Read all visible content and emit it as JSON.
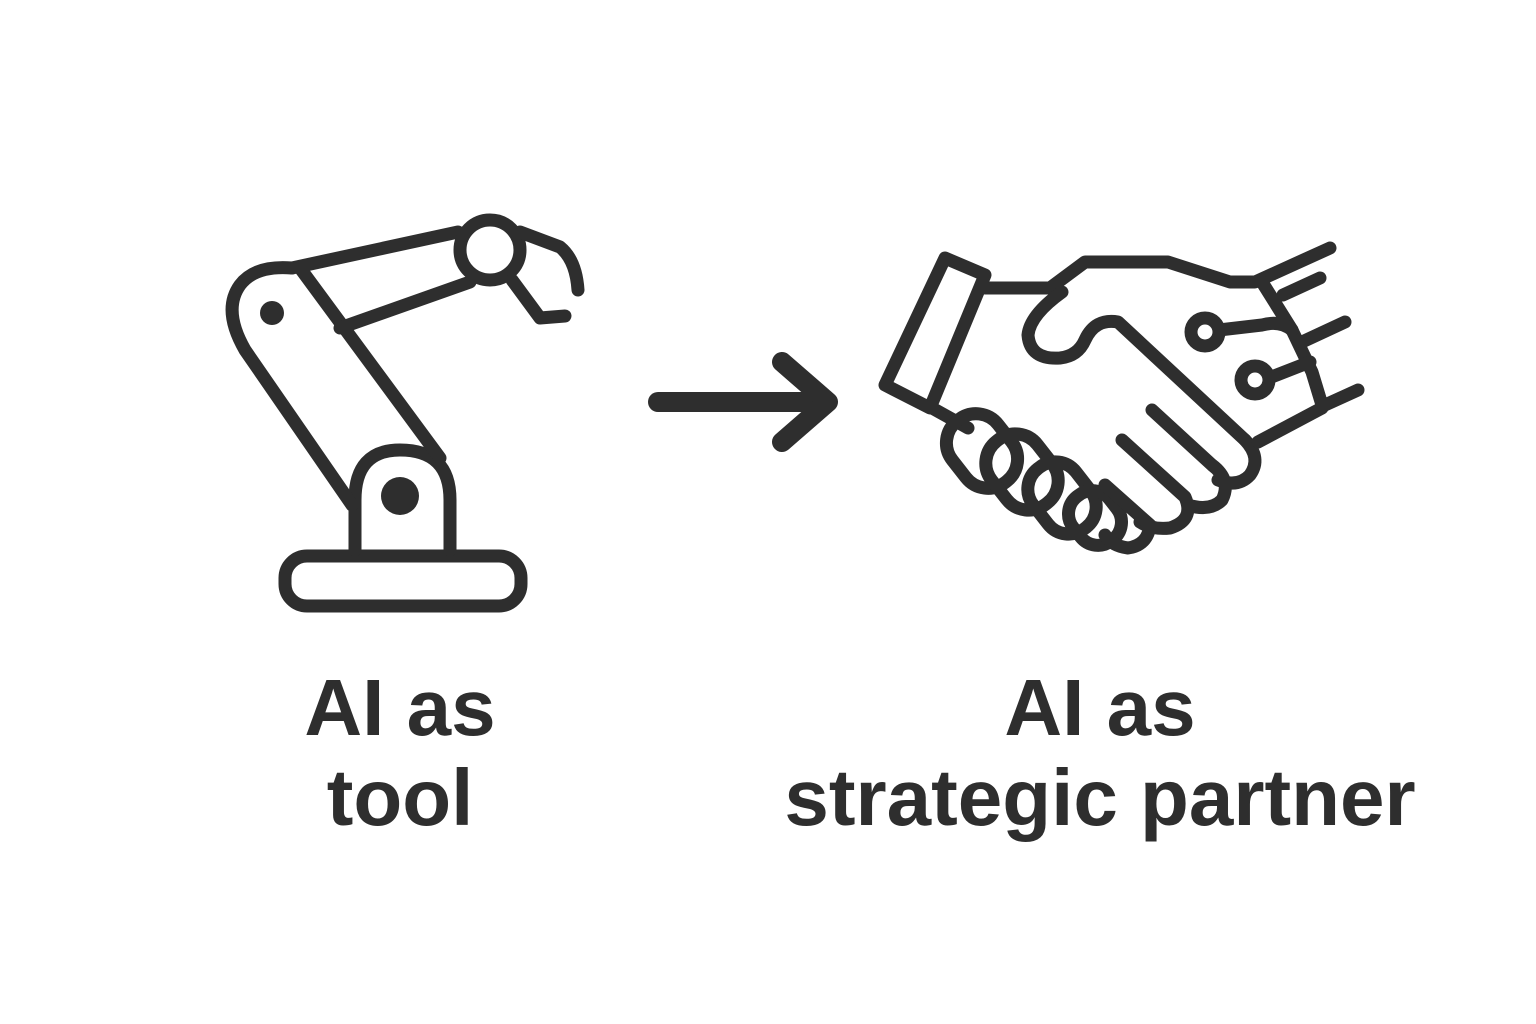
{
  "diagram": {
    "left": {
      "icon": "robotic-arm-icon",
      "label_lines": [
        "AI as",
        "tool"
      ]
    },
    "connector": {
      "icon": "arrow-right-icon",
      "direction": "left-to-right"
    },
    "right": {
      "icon": "handshake-human-robot-icon",
      "label_lines": [
        "AI as",
        "strategic partner"
      ]
    }
  },
  "colors": {
    "ink": "#2e2e2e",
    "background": "#ffffff"
  }
}
